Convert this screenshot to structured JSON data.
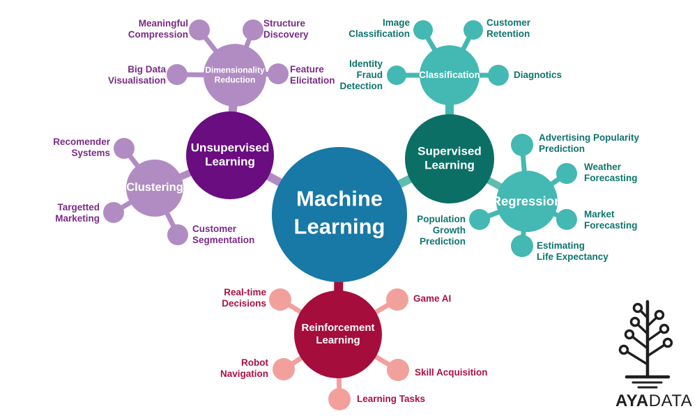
{
  "colors": {
    "center_blue": "#1878a6",
    "purple_dark": "#690d80",
    "purple_light": "#b18cc2",
    "purple_text": "#7b2a86",
    "teal": "#44b8b2",
    "teal_dark": "#0b6f66",
    "teal_text": "#0e756c",
    "teal_connector": "#5fbcae",
    "maroon": "#a50d3c",
    "maroon_text": "#ad1041",
    "pink": "#f2a09c",
    "logo_black": "#1f1f1f"
  },
  "center": {
    "label": "Machine\nLearning"
  },
  "clusters": {
    "unsupervised": {
      "label": "Unsupervised\nLearning"
    },
    "dimensionality_reduction": {
      "label": "Dimensionality\nReduction"
    },
    "clustering": {
      "label": "Clustering"
    },
    "supervised": {
      "label": "Supervised\nLearning"
    },
    "classification": {
      "label": "Classification"
    },
    "regression": {
      "label": "Regression"
    },
    "reinforcement": {
      "label": "Reinforcement\nLearning"
    }
  },
  "satellites": {
    "meaningful_compression": "Meaningful\nCompression",
    "structure_discovery": "Structure\nDiscovery",
    "big_data_visualisation": "Big Data\nVisualisation",
    "feature_elicitation": "Feature\nElicitation",
    "recomender_systems": "Recomender\nSystems",
    "targetted_marketing": "Targetted\nMarketing",
    "customer_segmentation": "Customer\nSegmentation",
    "image_classification": "Image\nClassification",
    "customer_retention": "Customer\nRetention",
    "identity_fraud_detection": "Identity\nFraud\nDetection",
    "diagnotics": "Diagnotics",
    "advertising_popularity_prediction": "Advertising Popularity\nPrediction",
    "weather_forecasting": "Weather\nForecasting",
    "market_forecasting": "Market\nForecasting",
    "estimating_life_expectancy": "Estimating\nLife Expectancy",
    "population_growth_prediction": "Population\nGrowth\nPrediction",
    "real_time_decisions": "Real-time\nDecisions",
    "game_ai": "Game AI",
    "robot_navigation": "Robot\nNavigation",
    "skill_acquisition": "Skill Acquisition",
    "learning_tasks": "Learning Tasks"
  },
  "logo": {
    "brand_bold": "AYA",
    "brand_regular": "DATA"
  }
}
